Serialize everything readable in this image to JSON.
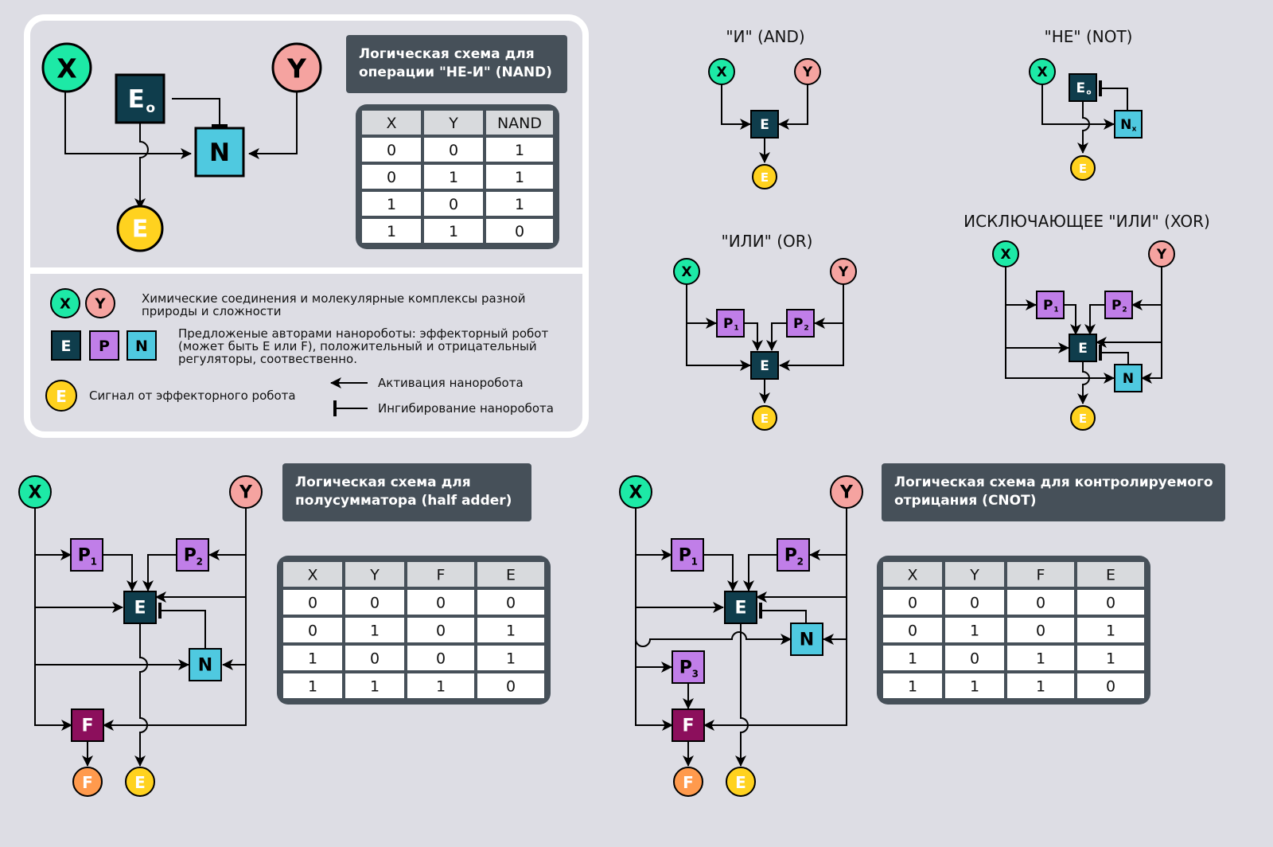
{
  "nand_panel": {
    "title_lines": [
      "Логическая схема для",
      "операции \"НЕ-И\" (NAND)"
    ],
    "table": {
      "headers": [
        "X",
        "Y",
        "NAND"
      ],
      "rows": [
        [
          "0",
          "0",
          "1"
        ],
        [
          "0",
          "1",
          "1"
        ],
        [
          "1",
          "0",
          "1"
        ],
        [
          "1",
          "1",
          "0"
        ]
      ]
    }
  },
  "legend": {
    "compounds_text_lines": [
      "Химические соединения и молекулярные комплексы разной",
      "природы и сложности"
    ],
    "robots_text_lines": [
      "Предложеные авторами нанороботы: эффекторный робот",
      "(может быть E или F), положительный и отрицательный",
      "регуляторы, соотвественно."
    ],
    "signal_text": "Сигнал от эффекторного робота",
    "activation_text": "Активация наноробота",
    "inhibition_text": "Ингибирование наноробота"
  },
  "gates": {
    "and_title": "\"И\" (AND)",
    "not_title": "\"НЕ\" (NOT)",
    "or_title": "\"ИЛИ\" (OR)",
    "xor_title": "ИСКЛЮЧАЮЩЕЕ \"ИЛИ\" (XOR)"
  },
  "half_adder": {
    "title_lines": [
      "Логическая схема для",
      "полусумматора (half adder)"
    ],
    "table": {
      "headers": [
        "X",
        "Y",
        "F",
        "E"
      ],
      "rows": [
        [
          "0",
          "0",
          "0",
          "0"
        ],
        [
          "0",
          "1",
          "0",
          "1"
        ],
        [
          "1",
          "0",
          "0",
          "1"
        ],
        [
          "1",
          "1",
          "1",
          "0"
        ]
      ]
    }
  },
  "cnot": {
    "title_lines": [
      "Логическая схема для контролируемого",
      "отрицания (CNOT)"
    ],
    "table": {
      "headers": [
        "X",
        "Y",
        "F",
        "E"
      ],
      "rows": [
        [
          "0",
          "0",
          "0",
          "0"
        ],
        [
          "0",
          "1",
          "0",
          "1"
        ],
        [
          "1",
          "0",
          "1",
          "1"
        ],
        [
          "1",
          "1",
          "1",
          "0"
        ]
      ]
    }
  },
  "node_labels": {
    "x": "X",
    "y": "Y",
    "e": "E",
    "f": "F",
    "n": "N",
    "p": "P",
    "sub_o": "o",
    "sub_x": "x",
    "sub_1": "1",
    "sub_2": "2",
    "sub_3": "3"
  },
  "colors": {
    "background": "#dddde4",
    "x_node": "#1de9a6",
    "y_node": "#f5a3a0",
    "e_robot": "#0f3d4c",
    "p_robot": "#c07ee8",
    "n_robot": "#4fc9e0",
    "f_robot": "#8c0f5c",
    "e_signal": "#ffd21f",
    "f_signal": "#ff9a4d",
    "dark_panel": "#465059"
  }
}
